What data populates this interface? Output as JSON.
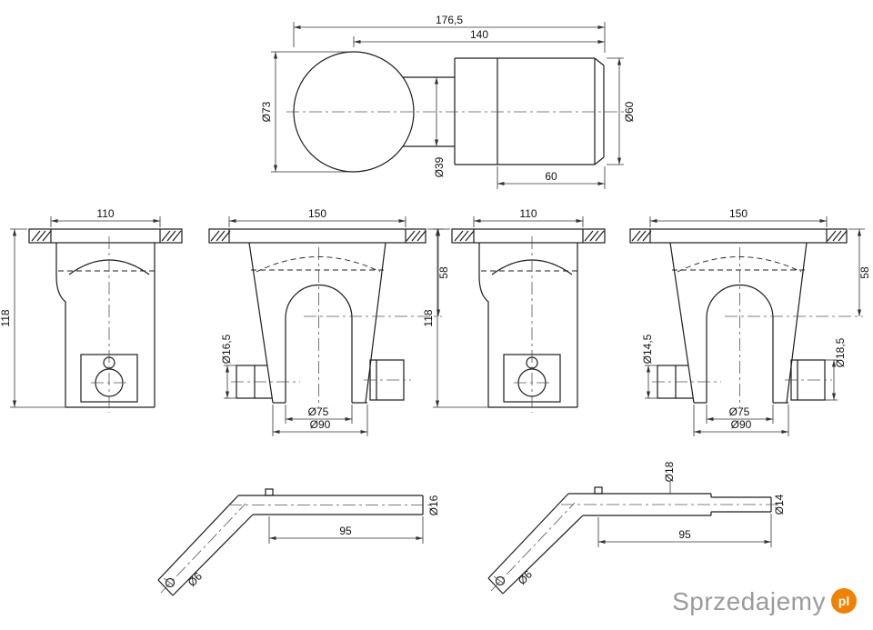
{
  "views": {
    "ball": {
      "dim_overall": "176,5",
      "dim_to_end": "140",
      "dia_ball": "Ø73",
      "dia_neck": "Ø39",
      "dia_shank": "Ø60",
      "len_shank": "60"
    },
    "bracket_narrow_1": {
      "dim_width": "110",
      "dim_height": "118"
    },
    "bracket_wide_1": {
      "dim_width": "150",
      "dim_drop": "58",
      "dia_pin_hole": "Ø16,5",
      "dia_inner": "Ø75",
      "dia_outer": "Ø90"
    },
    "bracket_narrow_2": {
      "dim_width": "110",
      "dim_height": "118"
    },
    "bracket_wide_2": {
      "dim_width": "150",
      "dim_drop": "58",
      "dia_pin_hole_left": "Ø14,5",
      "dia_pin_hole_right": "Ø18,5",
      "dia_inner": "Ø75",
      "dia_outer": "Ø90"
    },
    "pin_1": {
      "dia_rod": "Ø16",
      "length": "95",
      "dia_hole": "Ø6"
    },
    "pin_2": {
      "dia_rod": "Ø18",
      "dia_tip": "Ø14",
      "length": "95",
      "dia_hole": "Ø6"
    }
  },
  "watermark": {
    "name": "Sprzedajemy",
    "badge": "pl"
  },
  "colors": {
    "line": "#1c1c1c",
    "watermark_gray": "#9b9b9b",
    "watermark_orange": "#f18101"
  }
}
